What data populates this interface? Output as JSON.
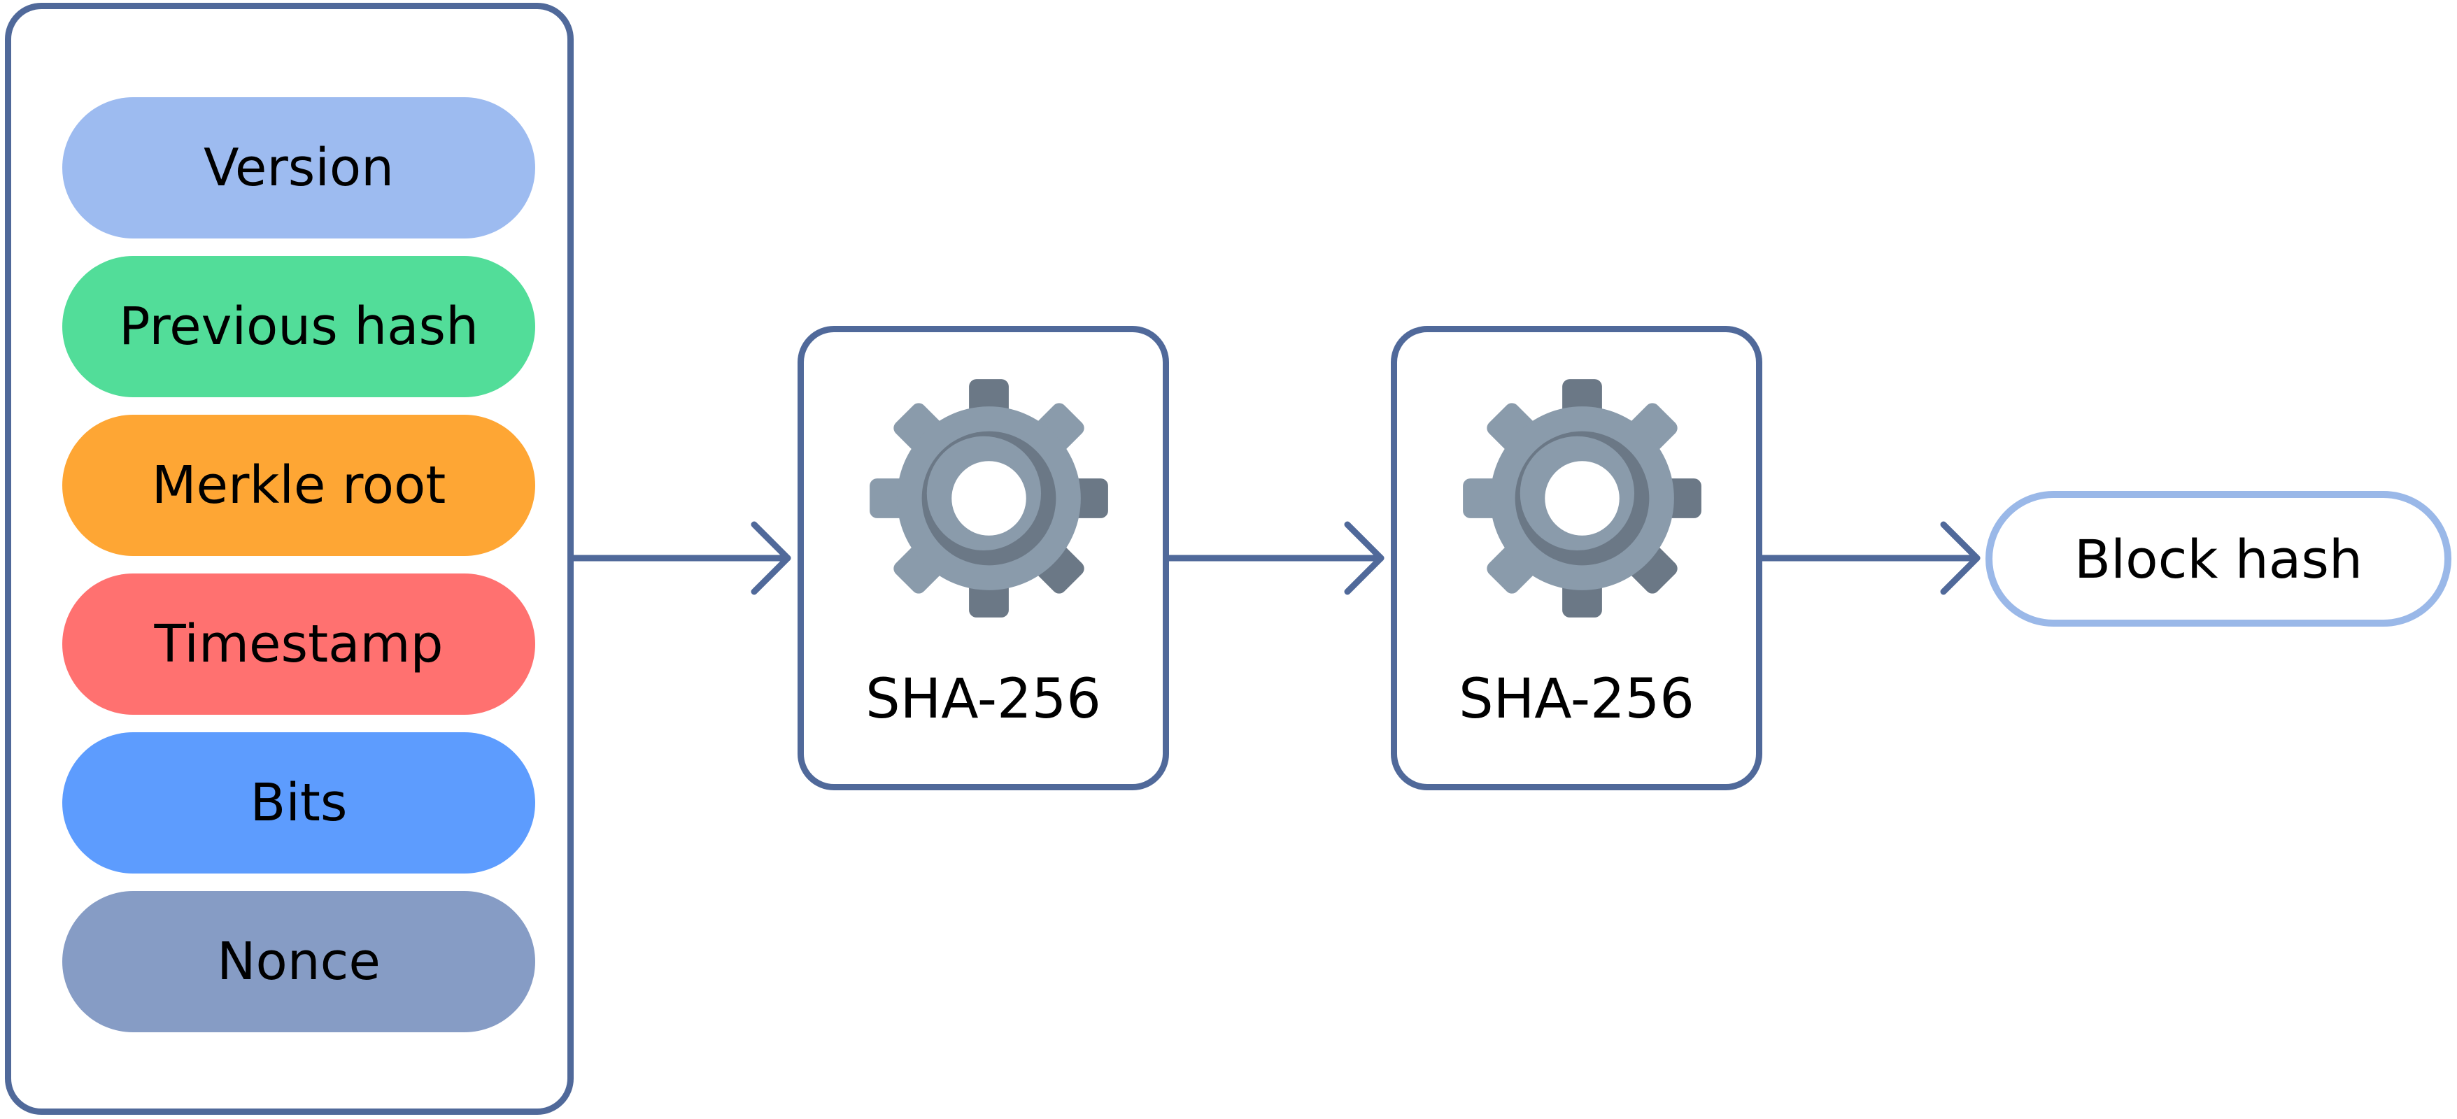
{
  "header_fields": [
    {
      "label": "Version",
      "color": "#9dbbf0"
    },
    {
      "label": "Previous hash",
      "color": "#52dd99"
    },
    {
      "label": "Merkle root",
      "color": "#fea634"
    },
    {
      "label": "Timestamp",
      "color": "#ff7170"
    },
    {
      "label": "Bits",
      "color": "#5d9cfe"
    },
    {
      "label": "Nonce",
      "color": "#869cc5"
    }
  ],
  "hash_steps": [
    {
      "label": "SHA-256",
      "icon": "gear-icon"
    },
    {
      "label": "SHA-256",
      "icon": "gear-icon"
    }
  ],
  "result": {
    "label": "Block hash"
  },
  "colors": {
    "stroke": "#50699a",
    "result_border": "#9ab8e8",
    "gear_light": "#8a9bab",
    "gear_dark": "#6b7886"
  }
}
